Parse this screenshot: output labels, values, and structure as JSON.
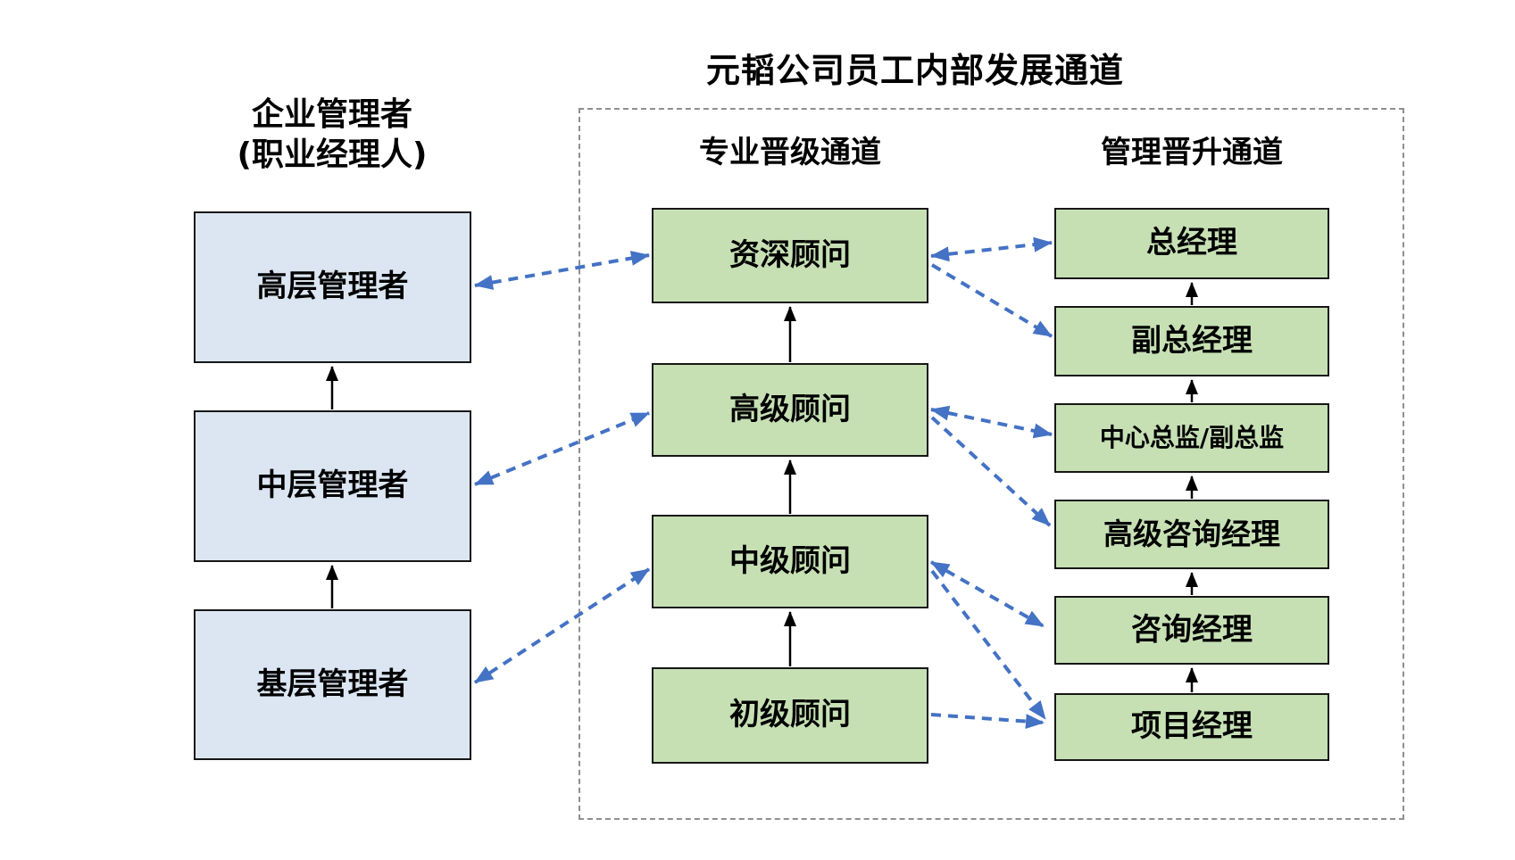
{
  "title": "元韬公司员工内部发展通道",
  "left_group": {
    "header_line1": "企业管理者",
    "header_line2": "(职业经理人)",
    "boxes": [
      "高层管理者",
      "中层管理者",
      "基层管理者"
    ]
  },
  "panel": {
    "professional_channel": {
      "header": "专业晋级通道",
      "boxes": [
        "资深顾问",
        "高级顾问",
        "中级顾问",
        "初级顾问"
      ]
    },
    "management_channel": {
      "header": "管理晋升通道",
      "boxes": [
        "总经理",
        "副总经理",
        "中心总监/副总监",
        "高级咨询经理",
        "咨询经理",
        "项目经理"
      ]
    }
  },
  "colors": {
    "blue_box_fill": "#dbe6f2",
    "green_box_fill": "#c6e0b4",
    "dashed_arrow_blue": "#4472c4",
    "solid_arrow_black": "#000000",
    "box_border": "#161616",
    "panel_border": "#8f8f8f"
  }
}
